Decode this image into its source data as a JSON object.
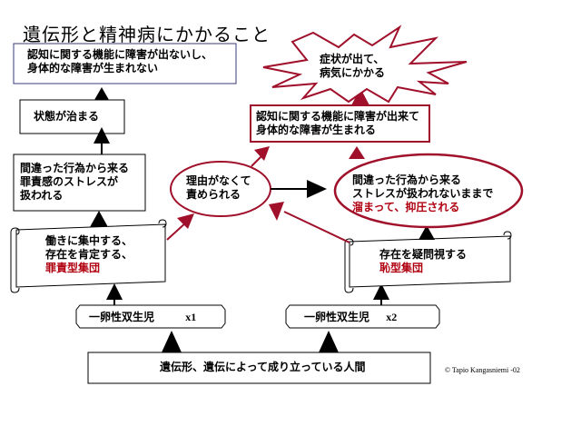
{
  "title": "遺伝形と精神病にかかること",
  "colors": {
    "accent": "#a0102a",
    "black": "#000000",
    "navy": "#3a3a7a",
    "red_text": "#b00010"
  },
  "nodes": {
    "no_disorder": {
      "line1": "認知に関する機能に障害が出ないし、",
      "line2": "身体的な障害が生まれない"
    },
    "state_heals": {
      "line1": "状態が治まる"
    },
    "guilt_handled": {
      "line1": "間違った行為から来る",
      "line2": "罪責感のストレスが",
      "line3": "扱われる"
    },
    "guilt_group": {
      "line1": "働きに集中する、",
      "line2": "存在を肯定する、",
      "line3_red": "罪責型集団"
    },
    "twin1": {
      "label": "一卵性双生児",
      "tag": "x1"
    },
    "twin2": {
      "label": "一卵性双生児",
      "tag": "x2"
    },
    "base": {
      "label": "遺伝形、遺伝によって成り立っている人間"
    },
    "blamed": {
      "line1": "理由がなくて",
      "line2": "責められる"
    },
    "shame_group": {
      "line1": "存在を疑問視する",
      "line2_red": "恥型集団"
    },
    "stress_repressed": {
      "line1": "間違った行為から来る",
      "line2": "ストレスが扱われないままで",
      "line3_red": "溜まって、抑圧される"
    },
    "disorder": {
      "line1": "認知に関する機能に障害が出来て",
      "line2": "身体的な障害が生まれる"
    },
    "illness": {
      "line1": "症状が出て、",
      "line2": "病気にかかる"
    }
  },
  "copyright": "© Tapio Kangasniemi -02"
}
